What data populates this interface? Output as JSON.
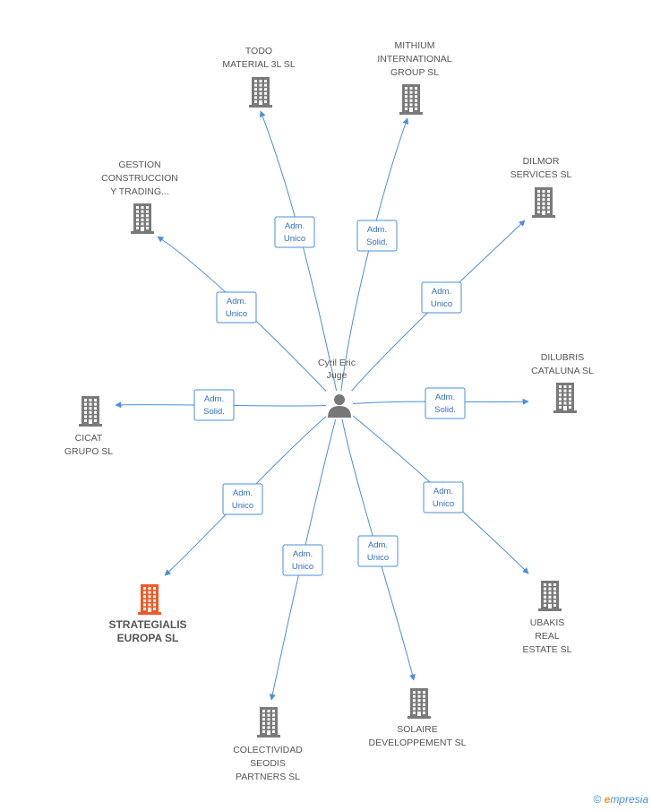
{
  "person": {
    "name_lines": [
      "Cyril Eric",
      "Juge"
    ]
  },
  "colors": {
    "building": "#7a7a7a",
    "highlight": "#f05a28",
    "edge": "#4a8fd8",
    "person": "#777777"
  },
  "companies": [
    {
      "id": "todo",
      "lines": [
        "TODO",
        "MATERIAL 3L SL"
      ],
      "highlight": false
    },
    {
      "id": "mithium",
      "lines": [
        "MITHIUM",
        "INTERNATIONAL",
        "GROUP  SL"
      ],
      "highlight": false
    },
    {
      "id": "gestion",
      "lines": [
        "GESTION",
        "CONSTRUCCION",
        "Y TRADING..."
      ],
      "highlight": false
    },
    {
      "id": "dilmor",
      "lines": [
        "DILMOR",
        "SERVICES  SL"
      ],
      "highlight": false
    },
    {
      "id": "dilubris",
      "lines": [
        "DILUBRIS",
        "CATALUNA SL"
      ],
      "highlight": false
    },
    {
      "id": "cicat",
      "lines": [
        "CICAT",
        "GRUPO  SL"
      ],
      "highlight": false
    },
    {
      "id": "strategialis",
      "lines": [
        "STRATEGIALIS",
        "EUROPA SL"
      ],
      "highlight": true
    },
    {
      "id": "ubakis",
      "lines": [
        "UBAKIS",
        "REAL",
        "ESTATE SL"
      ],
      "highlight": false
    },
    {
      "id": "colectividad",
      "lines": [
        "COLECTIVIDAD",
        "SEODIS",
        "PARTNERS SL"
      ],
      "highlight": false
    },
    {
      "id": "solaire",
      "lines": [
        "SOLAIRE",
        "DEVELOPPEMENT SL"
      ],
      "highlight": false
    }
  ],
  "roles": [
    {
      "target": "todo",
      "lines": [
        "Adm.",
        "Unico"
      ]
    },
    {
      "target": "mithium",
      "lines": [
        "Adm.",
        "Solid."
      ]
    },
    {
      "target": "gestion",
      "lines": [
        "Adm.",
        "Unico"
      ]
    },
    {
      "target": "dilmor",
      "lines": [
        "Adm.",
        "Unico"
      ]
    },
    {
      "target": "dilubris",
      "lines": [
        "Adm.",
        "Solid."
      ]
    },
    {
      "target": "cicat",
      "lines": [
        "Adm.",
        "Solid."
      ]
    },
    {
      "target": "strategialis",
      "lines": [
        "Adm.",
        "Unico"
      ]
    },
    {
      "target": "ubakis",
      "lines": [
        "Adm.",
        "Unico"
      ]
    },
    {
      "target": "colectividad",
      "lines": [
        "Adm.",
        "Unico"
      ]
    },
    {
      "target": "solaire",
      "lines": [
        "Adm.",
        "Unico"
      ]
    }
  ],
  "footer": {
    "copyright": "©",
    "brand_first": "e",
    "brand_rest": "mpresia"
  }
}
